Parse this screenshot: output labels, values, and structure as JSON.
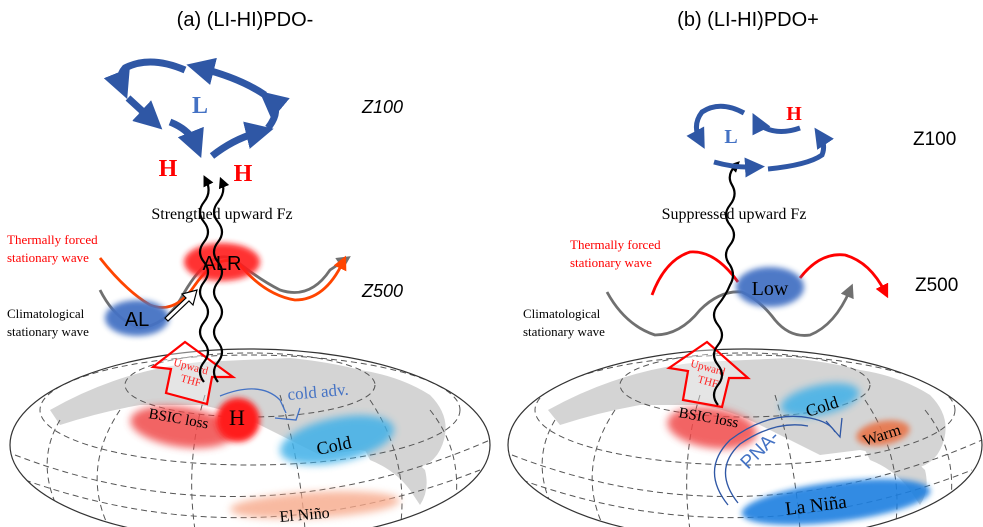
{
  "colors": {
    "circulation_blue": "#2f57a5",
    "high_red": "#ff0000",
    "low_blue": "#4472c4",
    "thermal_wave_a": "#ff4500",
    "thermal_wave_b": "#ff0000",
    "clim_wave": "#707070",
    "cold_cyan": "#3fb0e8",
    "la_nina_blue": "#1f7fe0",
    "el_nino_salmon": "#f7a98a",
    "warm_orange": "#e8744a",
    "bsic_red": "#f04a4a",
    "land_gray": "#d4d4d4"
  },
  "panels": [
    {
      "id": "a",
      "title": "(a) (LI-HI)PDO-",
      "level_upper": "Z100",
      "level_mid": "Z500",
      "z100_labels": {
        "low": "L",
        "high_left": "H",
        "high_right": "H"
      },
      "flux_label": "Strengthed upward Fz",
      "thermal_wave_label": [
        "Thermally forced",
        "stationary wave"
      ],
      "clim_wave_label": [
        "Climatological",
        "stationary wave"
      ],
      "blobs": {
        "ridge": "ALR",
        "low": "AL"
      },
      "surface": {
        "thf_label": [
          "Upward",
          "THF"
        ],
        "bsic_label": "BSIC loss",
        "high_label": "H",
        "advection_label": "cold adv.",
        "cold_label": "Cold",
        "enso_label": "El Niño"
      }
    },
    {
      "id": "b",
      "title": "(b) (LI-HI)PDO+",
      "level_upper": "Z100",
      "level_mid": "Z500",
      "z100_labels": {
        "low": "L",
        "high": "H"
      },
      "flux_label": "Suppressed upward Fz",
      "thermal_wave_label": [
        "Thermally forced",
        "stationary wave"
      ],
      "clim_wave_label": [
        "Climatological",
        "stationary wave"
      ],
      "blobs": {
        "low": "Low"
      },
      "surface": {
        "thf_label": [
          "Upward",
          "THF"
        ],
        "bsic_label": "BSIC loss",
        "teleconnection_label": "PNA-",
        "cold_label": "Cold",
        "warm_label": "Warm",
        "enso_label": "La Niña"
      }
    }
  ]
}
